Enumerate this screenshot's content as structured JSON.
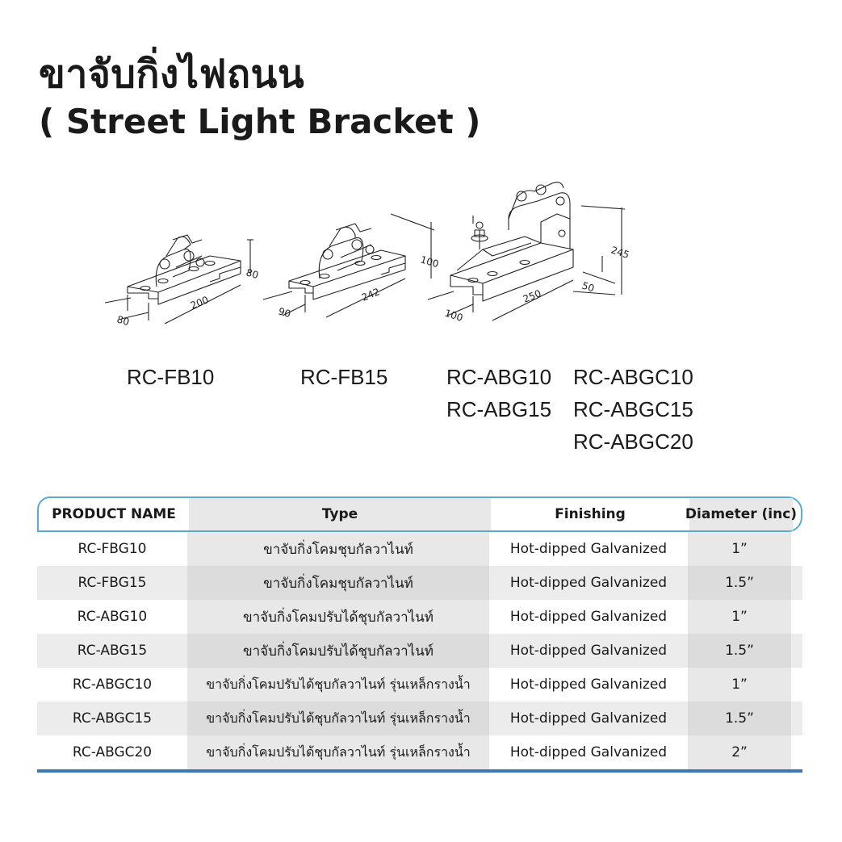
{
  "title": {
    "thai": "ขาจับกิ่งไฟถนน",
    "english": "( Street Light Bracket )"
  },
  "drawings": {
    "fb10": {
      "dims": [
        "80",
        "80",
        "200"
      ]
    },
    "fb15": {
      "dims": [
        "100",
        "90",
        "242"
      ]
    },
    "abg": {
      "dims": [
        "245",
        "50",
        "250",
        "100"
      ]
    }
  },
  "models": {
    "col1": [
      "RC-FB10"
    ],
    "col2": [
      "RC-FB15"
    ],
    "col3": [
      "RC-ABG10",
      "RC-ABG15"
    ],
    "col4": [
      "RC-ABGC10",
      "RC-ABGC15",
      "RC-ABGC20"
    ]
  },
  "table": {
    "headers": [
      "PRODUCT NAME",
      "Type",
      "Finishing",
      "Diameter (inc)"
    ],
    "rows": [
      [
        "RC-FBG10",
        "ขาจับกิ่งโคมชุบกัลวาไนท์",
        "Hot-dipped Galvanized",
        "1”"
      ],
      [
        "RC-FBG15",
        "ขาจับกิ่งโคมชุบกัลวาไนท์",
        "Hot-dipped Galvanized",
        "1.5”"
      ],
      [
        "RC-ABG10",
        "ขาจับกิ่งโคมปรับได้ชุบกัลวาไนท์",
        "Hot-dipped Galvanized",
        "1”"
      ],
      [
        "RC-ABG15",
        "ขาจับกิ่งโคมปรับได้ชุบกัลวาไนท์",
        "Hot-dipped Galvanized",
        "1.5”"
      ],
      [
        "RC-ABGC10",
        "ขาจับกิ่งโคมปรับได้ชุบกัลวาไนท์ รุ่นเหล็กรางน้ำ",
        "Hot-dipped Galvanized",
        "1”"
      ],
      [
        "RC-ABGC15",
        "ขาจับกิ่งโคมปรับได้ชุบกัลวาไนท์ รุ่นเหล็กรางน้ำ",
        "Hot-dipped Galvanized",
        "1.5”"
      ],
      [
        "RC-ABGC20",
        "ขาจับกิ่งโคมปรับได้ชุบกัลวาไนท์ รุ่นเหล็กรางน้ำ",
        "Hot-dipped Galvanized",
        "2”"
      ]
    ]
  },
  "colors": {
    "header_border": "#5aaad8",
    "bottom_rule": "#3a78b8",
    "shade": "#e8e8e8"
  }
}
